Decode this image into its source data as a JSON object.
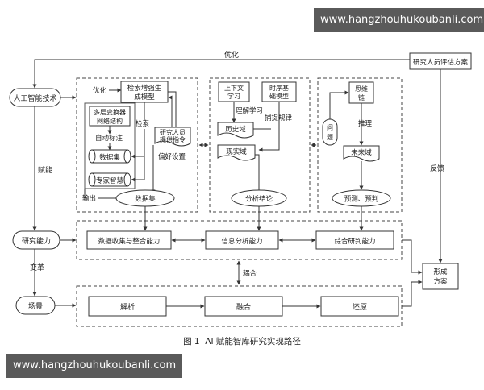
{
  "watermark": {
    "top": "www.hangzhouhukoubanli.com",
    "bottom": "www.hangzhouhukoubanli.com"
  },
  "caption": "图 1  AI 赋能智库研究实现路径",
  "left": {
    "ai": "人工智能技术",
    "empower": "赋能",
    "research": "研究能力",
    "reform": "变革",
    "scene": "场景"
  },
  "top_flow": {
    "optimize": "优化",
    "evaluator": "研究人员评估方案",
    "feedback": "反馈"
  },
  "panel1": {
    "optimize": "优化",
    "rag_l1": "检索增强生",
    "rag_l2": "成模型",
    "transformer_l1": "多层变换器",
    "transformer_l2": "网络结构",
    "auto_label": "自动标注",
    "retrieve": "检索",
    "researcher_l1": "研究人员",
    "researcher_l2": "提供指令",
    "dataset_small": "数据集",
    "pref": "偏好设置",
    "expert": "专家智慧",
    "output": "输出",
    "dataset_big": "数据集"
  },
  "panel2": {
    "context_l1": "上下文",
    "context_l2": "学习",
    "timeseries_l1": "时序基",
    "timeseries_l2": "础模型",
    "understand": "理解学习",
    "capture": "捕捉规律",
    "history": "历史域",
    "reality": "现实域",
    "conclusion": "分析结论"
  },
  "panel3": {
    "chain_l1": "思维",
    "chain_l2": "链",
    "question_l1": "问",
    "question_l2": "题",
    "reason": "推理",
    "future": "未来域",
    "predict": "预测、预判"
  },
  "abilities": {
    "collect": "数据收集与整合能力",
    "analyze": "信息分析能力",
    "judge": "综合研判能力"
  },
  "couple": "耦合",
  "plan_l1": "形成",
  "plan_l2": "方案",
  "scenes": {
    "parse": "解析",
    "fuse": "融合",
    "restore": "还原"
  }
}
